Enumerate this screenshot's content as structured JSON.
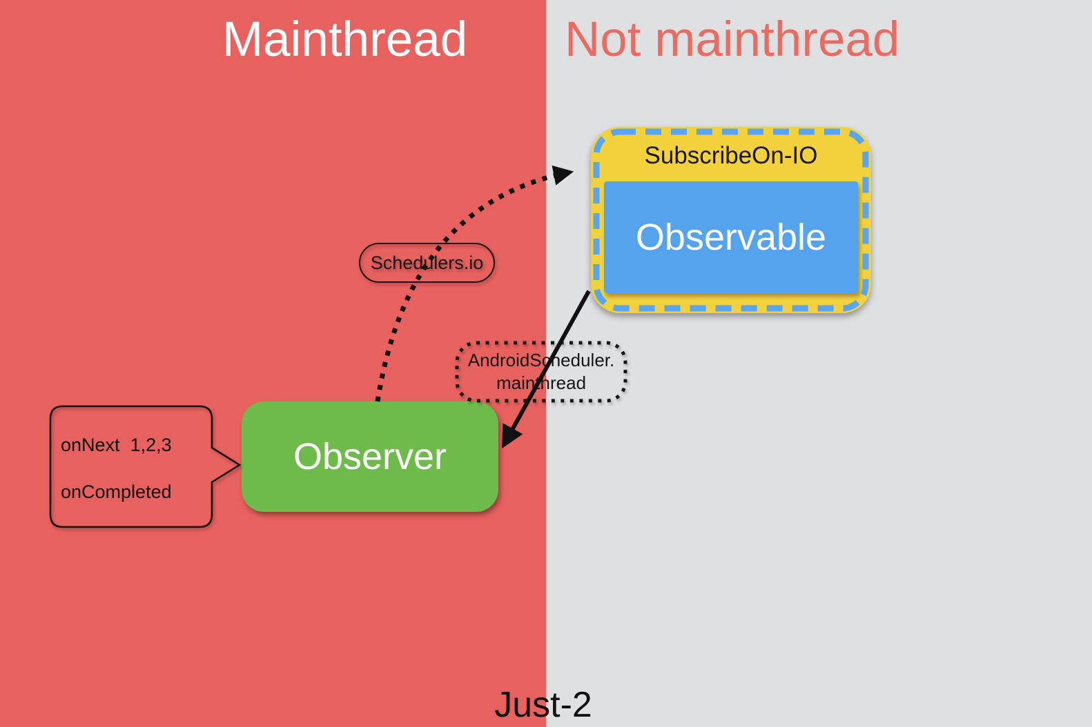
{
  "titles": {
    "left": "Mainthread",
    "right": "Not mainthread"
  },
  "subscribe_group": {
    "header": "SubscribeOn-IO",
    "observable_label": "Observable"
  },
  "observer_label": "Observer",
  "scheduler_labels": {
    "io": "Schedulers.io",
    "android_line1": "AndroidScheduler.",
    "android_line2": "mainthread"
  },
  "callout": {
    "line1": "onNext  1,2,3",
    "line2": "onCompleted"
  },
  "caption": "Just-2",
  "colors": {
    "mainthread-bg": "#e7615e",
    "not-mainthread-bg": "#dfe0e2",
    "accent-red": "#e96b62",
    "accent-yellow": "#f2d13c",
    "accent-blue": "#55a3ec",
    "dash-blue": "#58a5f2",
    "accent-green": "#6eba4a",
    "ink": "#161616"
  }
}
